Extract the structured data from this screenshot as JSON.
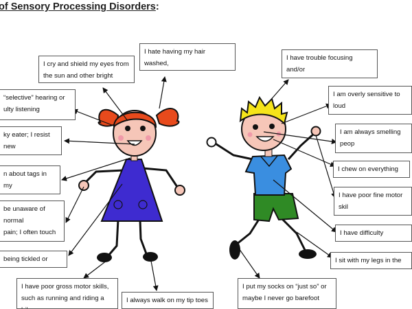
{
  "title": {
    "text": "of Sensory Processing Disorders",
    "colon": ":"
  },
  "colors": {
    "girl_hair": "#e84a1c",
    "girl_dress": "#3e2bd0",
    "skin": "#f6c6b8",
    "cheek": "#f09aa9",
    "boy_hair": "#f5e41a",
    "boy_shirt": "#3a8ee0",
    "boy_shorts": "#2f8a25",
    "outline": "#111111"
  },
  "labels": {
    "bright_lights": "I cry and shield my eyes from\nthe sun and other bright lights",
    "hair_washed": "I hate having my hair washed,\nbrushed, or cut",
    "selective_hearing": "“selective” hearing or\nulty listening",
    "picky_eater": "ky eater; I resist new\n textures",
    "tags": "n about tags in my",
    "pain": "be unaware of normal\npain; I often touch\no hard or too soft",
    "tickled": " being tickled or cuddled",
    "gross_motor": "I have poor gross motor skills,\nsuch as running and riding a bike",
    "tip_toes": "I always walk on my tip toes",
    "trouble_focusing": "I have trouble focusing and/or\nconcentrating",
    "loud_sounds": "I am overly sensitive to loud\nsuch as vacuums and blender",
    "smelling": "I am always smelling peop\nand objects",
    "chew": "I chew on everything",
    "fine_motor": "I have poor fine motor skil\nhandwriting and cutting",
    "dressing": "I have difficulty dressing m",
    "w_sitting": "I sit with my legs in the “W”",
    "socks": "I put my socks on “just so” or\nmaybe I never go barefoot"
  }
}
